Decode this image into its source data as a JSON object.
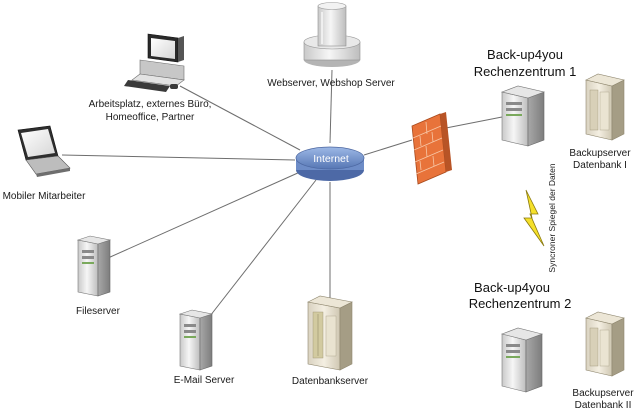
{
  "hub": {
    "label": "Internet"
  },
  "nodes": {
    "webserver": {
      "label": "Webserver, Webshop Server"
    },
    "workstation": {
      "line1": "Arbeitsplatz, externes Büro,",
      "line2": "Homeoffice, Partner"
    },
    "mobile": {
      "label": "Mobiler Mitarbeiter"
    },
    "fileserver": {
      "label": "Fileserver"
    },
    "mailserver": {
      "label": "E-Mail Server"
    },
    "dbserver": {
      "label": "Datenbankserver"
    }
  },
  "datacenter1": {
    "line1": "Back-up4you",
    "line2": "Rechenzentrum 1"
  },
  "datacenter2": {
    "line1": "Back-up4you",
    "line2": "Rechenzentrum 2"
  },
  "backup1": {
    "line1": "Backupserver",
    "line2": "Datenbank I"
  },
  "backup2": {
    "line1": "Backupserver",
    "line2": "Datenbank II"
  },
  "sync": {
    "label": "Syncroner Spiegel der Daten"
  },
  "colors": {
    "hub_fill": "#7f9fd3",
    "firewall": "#e8733a",
    "server_light": "#f2f2f2",
    "server_dark": "#9a9a9a",
    "lightning": "#f5e02a"
  }
}
